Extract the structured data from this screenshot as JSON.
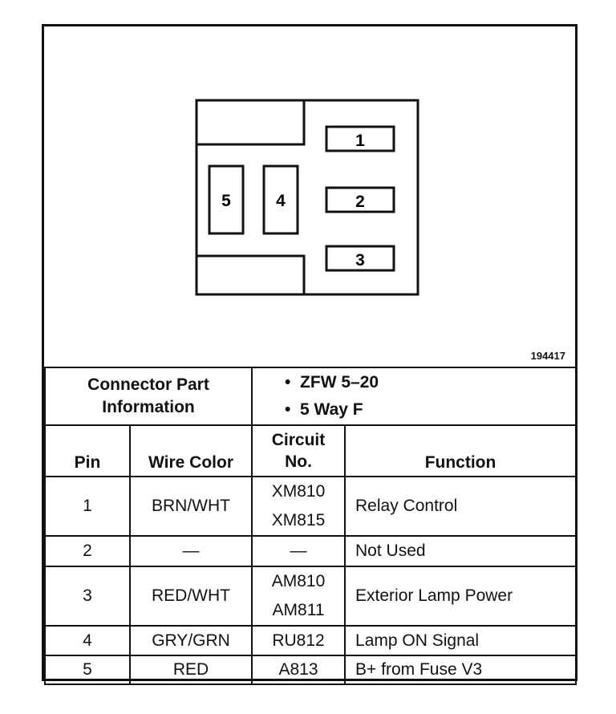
{
  "figure_id": "194417",
  "connector": {
    "pins": [
      "1",
      "2",
      "3",
      "4",
      "5"
    ]
  },
  "info": {
    "label": "Connector Part Information",
    "items": [
      "ZFW 5–20",
      "5 Way F"
    ]
  },
  "table": {
    "headers": {
      "pin": "Pin",
      "wire_color": "Wire Color",
      "circuit": "Circuit No.",
      "function": "Function"
    },
    "rows": [
      {
        "pin": "1",
        "wire": "BRN/WHT",
        "circuits": [
          "XM810",
          "XM815"
        ],
        "function": "Relay Control"
      },
      {
        "pin": "2",
        "wire": "—",
        "circuits": [
          "—"
        ],
        "function": "Not Used"
      },
      {
        "pin": "3",
        "wire": "RED/WHT",
        "circuits": [
          "AM810",
          "AM811"
        ],
        "function": "Exterior Lamp Power"
      },
      {
        "pin": "4",
        "wire": "GRY/GRN",
        "circuits": [
          "RU812"
        ],
        "function": "Lamp ON Signal"
      },
      {
        "pin": "5",
        "wire": "RED",
        "circuits": [
          "A813"
        ],
        "function": "B+ from Fuse V3"
      }
    ]
  }
}
